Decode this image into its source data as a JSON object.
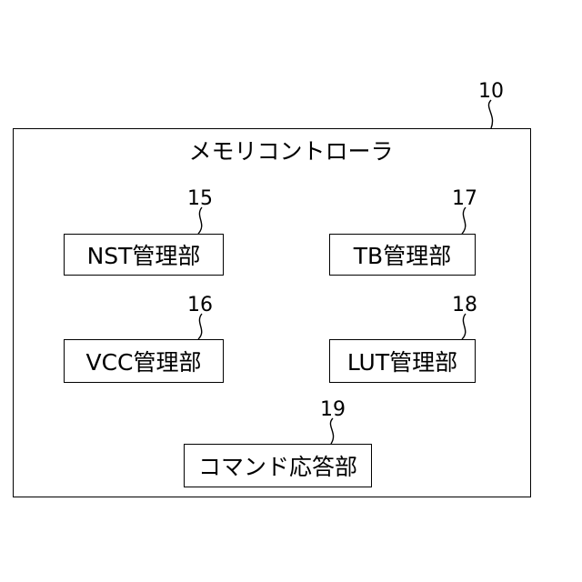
{
  "diagram": {
    "outer": {
      "label": "メモリコントローラ",
      "ref": "10"
    },
    "blocks": [
      {
        "id": "nst",
        "label": "NST管理部",
        "ref": "15"
      },
      {
        "id": "tb",
        "label": "TB管理部",
        "ref": "17"
      },
      {
        "id": "vcc",
        "label": "VCC管理部",
        "ref": "16"
      },
      {
        "id": "lut",
        "label": "LUT管理部",
        "ref": "18"
      },
      {
        "id": "cmd",
        "label": "コマンド応答部",
        "ref": "19"
      }
    ]
  }
}
